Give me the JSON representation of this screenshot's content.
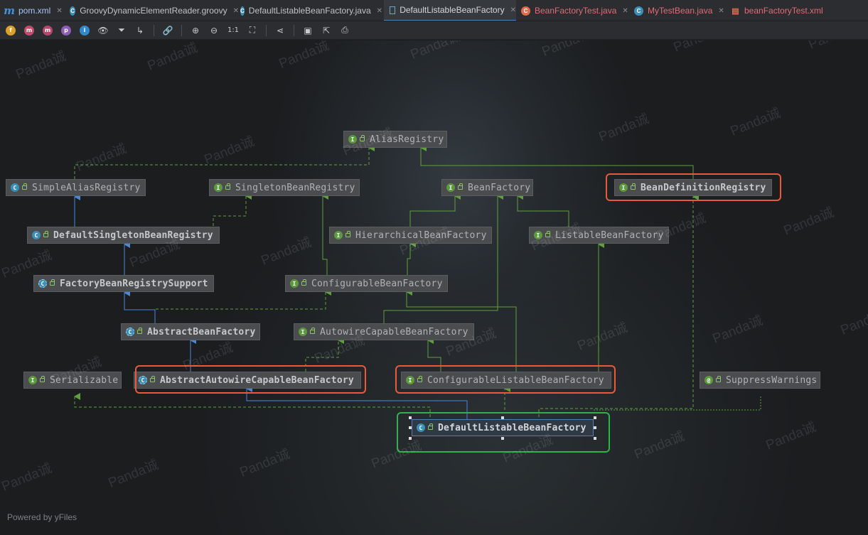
{
  "tabs": [
    {
      "label": "pom.xml",
      "icon": "maven-icon",
      "color": "#a7c4f0",
      "active": false
    },
    {
      "label": "GroovyDynamicElementReader.groovy",
      "icon": "groovy-class-icon",
      "color": "#bfc3c9",
      "active": false
    },
    {
      "label": "DefaultListableBeanFactory.java",
      "icon": "java-class-icon",
      "color": "#bfc3c9",
      "active": false
    },
    {
      "label": "DefaultListableBeanFactory",
      "icon": "diagram-icon",
      "color": "#d5d8dc",
      "active": true
    },
    {
      "label": "BeanFactoryTest.java",
      "icon": "test-class-icon",
      "color": "#e06c75",
      "active": false
    },
    {
      "label": "MyTestBean.java",
      "icon": "java-class-icon",
      "color": "#e06c75",
      "active": false
    },
    {
      "label": "beanFactoryTest.xml",
      "icon": "xml-icon",
      "color": "#e06c75",
      "active": false
    }
  ],
  "toolbar": {
    "letters": {
      "fields": "f",
      "methods": "m",
      "constructors": "m",
      "properties": "p",
      "inner": "i"
    },
    "actual_size": "1:1"
  },
  "diagram": {
    "nodes": {
      "alias_registry": {
        "label": "AliasRegistry",
        "kind": "interface"
      },
      "simple_alias_registry": {
        "label": "SimpleAliasRegistry",
        "kind": "class"
      },
      "singleton_bean_registry": {
        "label": "SingletonBeanRegistry",
        "kind": "interface"
      },
      "bean_factory": {
        "label": "BeanFactory",
        "kind": "interface"
      },
      "bean_definition_registry": {
        "label": "BeanDefinitionRegistry",
        "kind": "interface"
      },
      "default_singleton_bean_registry": {
        "label": "DefaultSingletonBeanRegistry",
        "kind": "class"
      },
      "hierarchical_bean_factory": {
        "label": "HierarchicalBeanFactory",
        "kind": "interface"
      },
      "listable_bean_factory": {
        "label": "ListableBeanFactory",
        "kind": "interface"
      },
      "factory_bean_registry_support": {
        "label": "FactoryBeanRegistrySupport",
        "kind": "abstract"
      },
      "configurable_bean_factory": {
        "label": "ConfigurableBeanFactory",
        "kind": "interface"
      },
      "abstract_bean_factory": {
        "label": "AbstractBeanFactory",
        "kind": "abstract"
      },
      "autowire_capable_bean_factory": {
        "label": "AutowireCapableBeanFactory",
        "kind": "interface"
      },
      "serializable": {
        "label": "Serializable",
        "kind": "interface"
      },
      "abstract_autowire_capable_bean_factory": {
        "label": "AbstractAutowireCapableBeanFactory",
        "kind": "abstract"
      },
      "configurable_listable_bean_factory": {
        "label": "ConfigurableListableBeanFactory",
        "kind": "interface"
      },
      "suppress_warnings": {
        "label": "SuppressWarnings",
        "kind": "annotation"
      },
      "default_listable_bean_factory": {
        "label": "DefaultListableBeanFactory",
        "kind": "class"
      }
    },
    "colors": {
      "implements": "#5fa03c",
      "extends": "#4b86d8",
      "highlight": "#e85a3a",
      "selection": "#2fb24a"
    }
  },
  "footer": {
    "powered_by": "Powered by yFiles"
  },
  "watermark": "Panda诚"
}
